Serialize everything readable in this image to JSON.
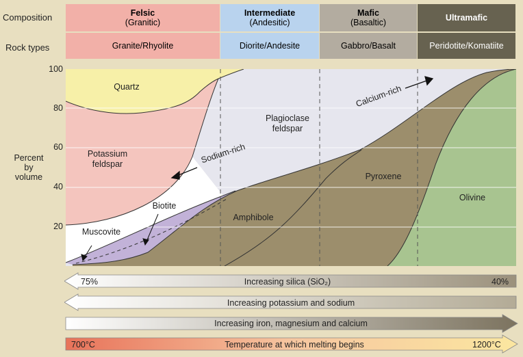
{
  "header": {
    "composition_label": "Composition",
    "rock_types_label": "Rock types",
    "columns": [
      {
        "name": "Felsic",
        "sub": "(Granitic)",
        "rocks": "Granite/Rhyolite",
        "color_top": "#f2b0a8",
        "color_bottom": "#f2b0a8"
      },
      {
        "name": "Intermediate",
        "sub": "(Andesitic)",
        "rocks": "Diorite/Andesite",
        "color_top": "#b9d3ee",
        "color_bottom": "#b9d3ee"
      },
      {
        "name": "Mafic",
        "sub": "(Basaltic)",
        "rocks": "Gabbro/Basalt",
        "color_top": "#b3aca0",
        "color_bottom": "#b3aca0"
      },
      {
        "name": "Ultramafic",
        "sub": "",
        "rocks": "Peridotite/Komatiite",
        "color_top": "#676250",
        "color_bottom": "#676250"
      }
    ]
  },
  "yaxis": {
    "label_line1": "Percent",
    "label_line2": "by",
    "label_line3": "volume",
    "ticks": [
      "100",
      "80",
      "60",
      "40",
      "20"
    ]
  },
  "minerals": {
    "quartz": "Quartz",
    "potassium_line1": "Potassium",
    "potassium_line2": "feldspar",
    "plagioclase_line1": "Plagioclase",
    "plagioclase_line2": "feldspar",
    "muscovite": "Muscovite",
    "biotite": "Biotite",
    "amphibole": "Amphibole",
    "pyroxene": "Pyroxene",
    "olivine": "Olivine",
    "sodium_rich": "Sodium-rich",
    "calcium_rich": "Calcium-rich"
  },
  "arrows": {
    "silica_left": "75%",
    "silica_label": "Increasing silica (SiO₂)",
    "silica_right": "40%",
    "potassium": "Increasing potassium and sodium",
    "iron": "Increasing iron, magnesium and calcium",
    "temp_left": "700°C",
    "temp_label": "Temperature at which melting begins",
    "temp_right": "1200°C"
  },
  "colors": {
    "quartz": "#f7f0a8",
    "potassium": "#f4c5be",
    "plagioclase": "#e6e6ee",
    "muscovite": "#ffffff",
    "biotite": "#c2b2d8",
    "amphibole": "#9c8e6c",
    "pyroxene": "#9c8e6c",
    "olivine": "#a8c490",
    "background": "#e8dfc0"
  }
}
